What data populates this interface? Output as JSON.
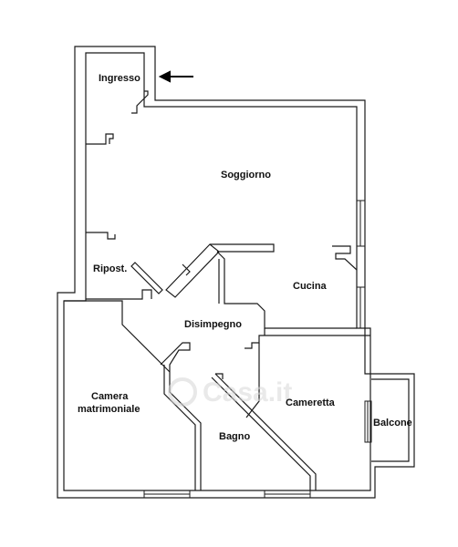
{
  "rooms": {
    "ingresso": "Ingresso",
    "soggiorno": "Soggiorno",
    "ripostiglio": "Ripost.",
    "cucina": "Cucina",
    "disimpegno": "Disimpegno",
    "camera_line1": "Camera",
    "camera_line2": "matrimoniale",
    "cameretta": "Cameretta",
    "bagno": "Bagno",
    "balcone": "Balcone"
  },
  "watermark": "Casa.it",
  "icons": {
    "entrance": "arrow-left-icon",
    "watermark_logo": "casa-logo-icon"
  },
  "colors": {
    "wall": "#1a1a1a",
    "background": "#ffffff",
    "watermark": "#d8d8d8"
  }
}
